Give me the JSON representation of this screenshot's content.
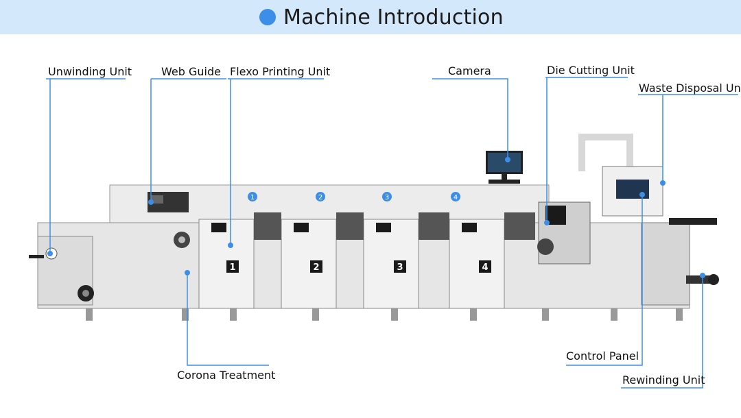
{
  "header": {
    "title": "Machine Introduction"
  },
  "labels": {
    "unwinding": "Unwinding Unit",
    "web_guide": "Web Guide",
    "flexo": "Flexo Printing Unit",
    "camera": "Camera",
    "die_cutting": "Die Cutting Unit",
    "waste": "Waste Disposal Unit",
    "control_panel": "Control Panel",
    "rewinding": "Rewinding Unit",
    "corona": "Corona Treatment"
  },
  "station_numbers": [
    "1",
    "2",
    "3",
    "4"
  ],
  "circled_numbers": [
    "1",
    "2",
    "3",
    "4"
  ],
  "colors": {
    "accent": "#3d8ee8",
    "header_bg": "#d3e8fb"
  }
}
